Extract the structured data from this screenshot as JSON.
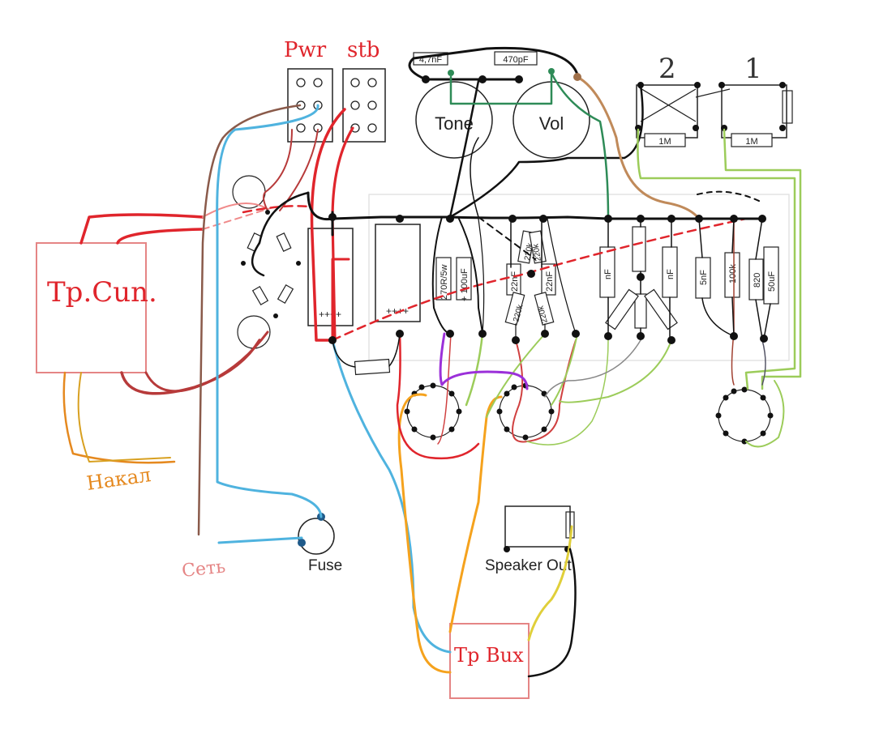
{
  "switch_labels": {
    "pwr": "Pwr",
    "stb": "stb"
  },
  "pots": {
    "tone": "Tone",
    "vol": "Vol"
  },
  "caps_top": {
    "c1": "4,7nF",
    "c2": "470pF"
  },
  "inputs": {
    "in2": "2",
    "in1": "1",
    "r1": "1M",
    "r2": "1M"
  },
  "board_components": {
    "r_270": "270R/5w",
    "c_100": "+ 100uF",
    "c_22a": "22nF",
    "r_220a": "220k",
    "r_220b": "220k",
    "c_22b": "22nF",
    "r_220c": "220k",
    "r_220d": "220k",
    "c_nf1": "nF",
    "c_nf2": "nF",
    "c_5nf": "5nF",
    "r_100k": "100k",
    "r_820": "820",
    "c_50uf": "50uF"
  },
  "filter_caps": {
    "plus1": "++++",
    "plus2": "++++"
  },
  "transformers": {
    "power": "Tp.Cun.",
    "output": "Tp Bux"
  },
  "jacks": {
    "fuse": "Fuse",
    "speaker": "Speaker Out"
  },
  "handwritten": {
    "heater": "Накал",
    "mains": "Сеть"
  },
  "colors": {
    "red": "#e0252c",
    "darkred": "#b73a3a",
    "blue": "#4fb3df",
    "brown": "#8a5a4a",
    "orange": "#f5a21d",
    "green": "#9ccc5a",
    "darkgreen": "#2e8b57",
    "purple": "#9b30d9",
    "black": "#111111",
    "tan": "#c08a5a",
    "pink": "#e58585"
  }
}
